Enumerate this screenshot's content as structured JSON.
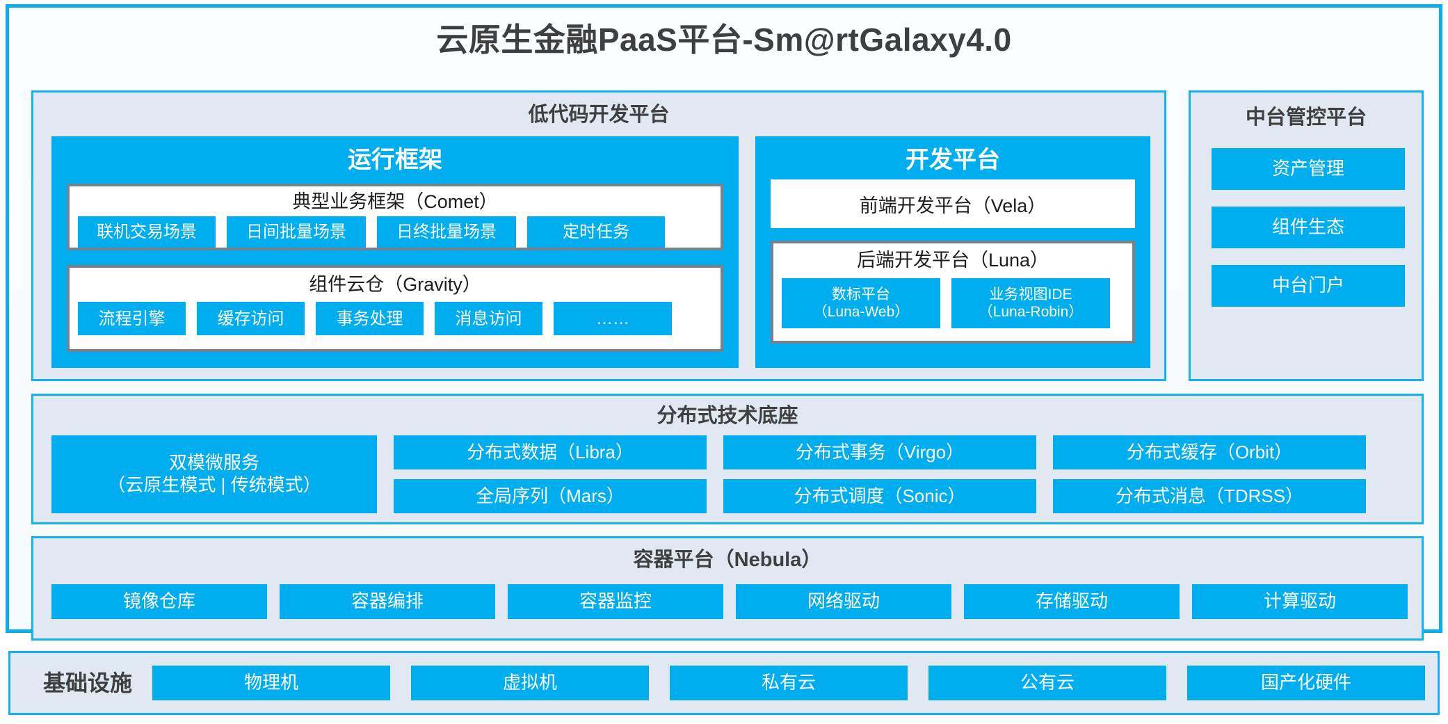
{
  "platform": {
    "title": "云原生金融PaaS平台-Sm@rtGalaxy4.0",
    "accent_color": "#00adef",
    "frame_color": "#0aade9",
    "panel_bg": "#e1e8f2",
    "subbox_border": "#77808f",
    "title_color": "#3f3f3f"
  },
  "lowcode": {
    "title": "低代码开发平台",
    "runtime": {
      "title": "运行框架",
      "comet": {
        "title": "典型业务框架（Comet）",
        "items": [
          "联机交易场景",
          "日间批量场景",
          "日终批量场景",
          "定时任务"
        ]
      },
      "gravity": {
        "title": "组件云仓（Gravity）",
        "items": [
          "流程引擎",
          "缓存访问",
          "事务处理",
          "消息访问",
          "……"
        ]
      }
    },
    "devplatform": {
      "title": "开发平台",
      "frontend": "前端开发平台（Vela）",
      "backend": {
        "title": "后端开发平台（Luna）",
        "items": [
          "数标平台\n（Luna-Web）",
          "业务视图IDE\n（Luna-Robin）"
        ]
      }
    }
  },
  "midplatform": {
    "title": "中台管控平台",
    "items": [
      "资产管理",
      "组件生态",
      "中台门户"
    ]
  },
  "techbase": {
    "title": "分布式技术底座",
    "dualmode": "双模微服务\n（云原生模式 | 传统模式）",
    "columns": [
      [
        "分布式数据（Libra）",
        "全局序列（Mars）"
      ],
      [
        "分布式事务（Virgo）",
        "分布式调度（Sonic）"
      ],
      [
        "分布式缓存（Orbit）",
        "分布式消息（TDRSS）"
      ]
    ]
  },
  "container": {
    "title": "容器平台（Nebula）",
    "items": [
      "镜像仓库",
      "容器编排",
      "容器监控",
      "网络驱动",
      "存储驱动",
      "计算驱动"
    ]
  },
  "infrastructure": {
    "label": "基础设施",
    "items": [
      "物理机",
      "虚拟机",
      "私有云",
      "公有云",
      "国产化硬件"
    ]
  }
}
